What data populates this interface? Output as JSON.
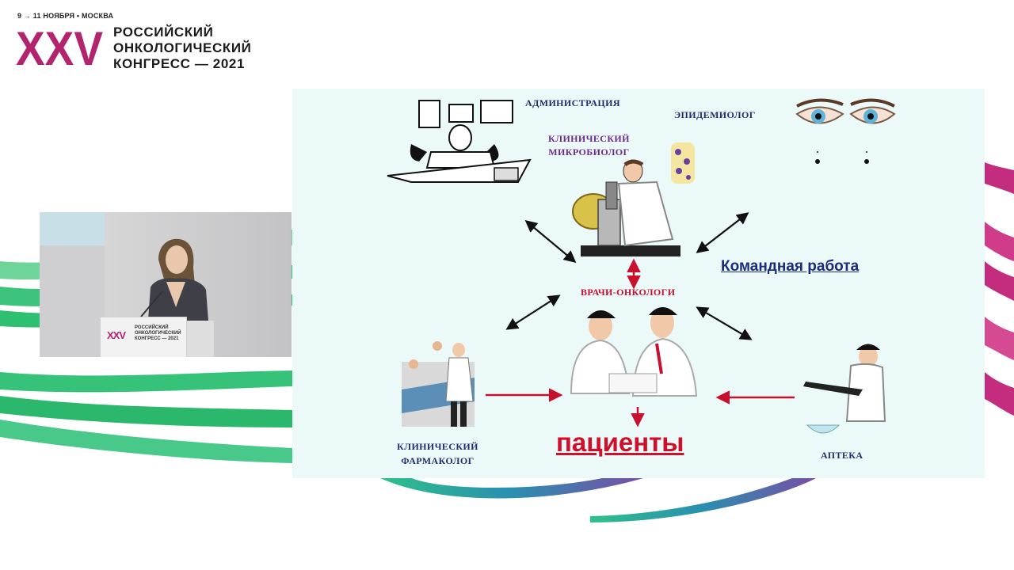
{
  "header": {
    "dates": "9 → 11 НОЯБРЯ • МОСКВА",
    "logo_roman": "XXV",
    "logo_lines": [
      "РОССИЙСКИЙ",
      "ОНКОЛОГИЧЕСКИЙ",
      "КОНГРЕСС — 2021"
    ]
  },
  "video": {
    "podium_logo_roman": "XXV",
    "podium_logo_lines": [
      "РОССИЙСКИЙ",
      "ОНКОЛОГИЧЕСКИЙ",
      "КОНГРЕСС — 2021"
    ]
  },
  "slide": {
    "roles": {
      "administration": "АДМИНИСТРАЦИЯ",
      "epidemiologist": "ЭПИДЕМИОЛОГ",
      "microbiologist_line1": "КЛИНИЧЕСКИЙ",
      "microbiologist_line2": "МИКРОБИОЛОГ",
      "oncologists": "ВРАЧИ-ОНКОЛОГИ",
      "pharmacologist_line1": "КЛИНИЧЕСКИЙ",
      "pharmacologist_line2": "ФАРМАКОЛОГ",
      "pharmacy": "АПТЕКА"
    },
    "teamwork": "Командная работа",
    "patients": "пациенты"
  },
  "colors": {
    "brand_magenta": "#b3246f",
    "brand_green": "#2fbf71",
    "arrow_red": "#c8102e",
    "text_navy": "#1f2d6e",
    "slide_bg": "#ecf9f9"
  }
}
